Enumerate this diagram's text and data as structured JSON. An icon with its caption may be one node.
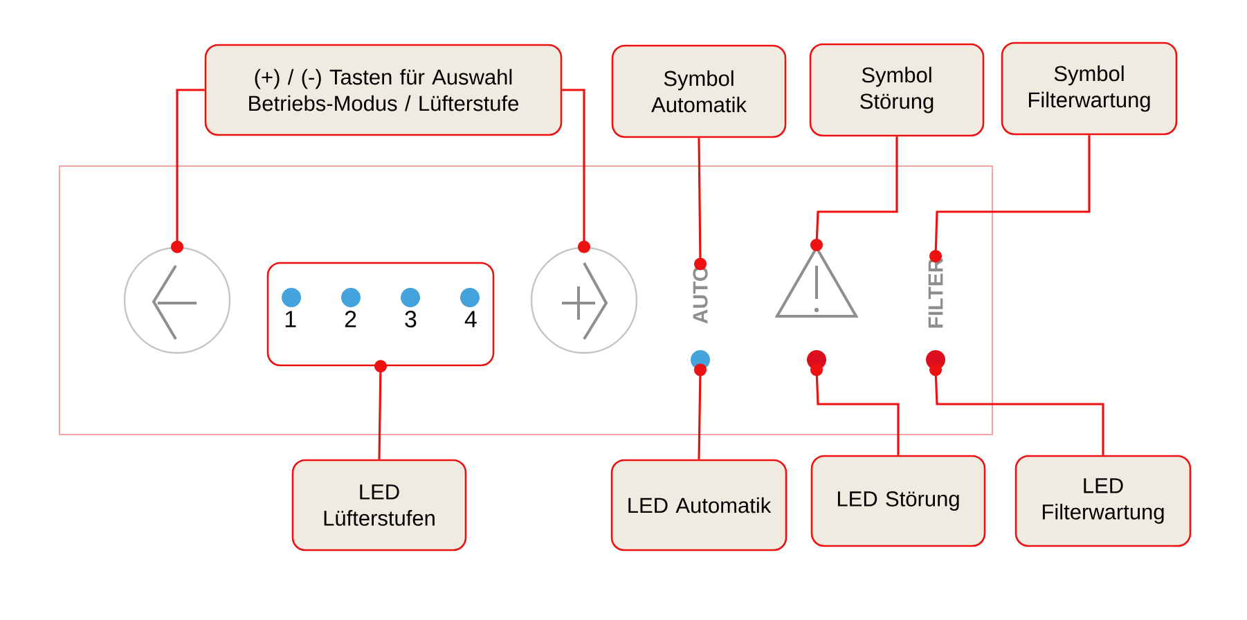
{
  "diagram": {
    "nodes": [
      {
        "text": [
          "(+) / (-) Tasten für Auswahl Betriebs-Modus / Lüfterstufe"
        ]
      },
      {
        "text": [
          "Symbol Automatik"
        ]
      },
      {
        "text": [
          "Symbol Störung"
        ]
      },
      {
        "text": [
          "Symbol Filterwartung"
        ]
      },
      {
        "text": [],
        "shape": "box"
      },
      {
        "text": [],
        "shape": "circle",
        "in": 4
      },
      {
        "text": [
          "1",
          "2",
          "3",
          "4"
        ],
        "in": 4
      },
      {
        "text": [],
        "shape": "circle",
        "in": 4
      },
      {
        "text": [
          "AUTO"
        ],
        "in": 4
      },
      {
        "text": [],
        "shape": "triangle",
        "in": 4
      },
      {
        "text": [
          "FILTER"
        ],
        "in": 4
      },
      {
        "text": [],
        "shape": "circle",
        "in": 4
      },
      {
        "text": [],
        "shape": "circle",
        "in": 4
      },
      {
        "text": [],
        "shape": "circle",
        "in": 4
      },
      {
        "text": [
          "LED Lüfterstufen"
        ]
      },
      {
        "text": [
          "LED Automatik"
        ]
      },
      {
        "text": [
          "LED Störung"
        ]
      },
      {
        "text": [
          "LED Filterwartung"
        ]
      }
    ],
    "edges": [
      {
        "from": 0,
        "to": 5,
        "arrow": "other"
      },
      {
        "from": 0,
        "to": 7,
        "arrow": "other"
      },
      {
        "from": 1,
        "to": 8,
        "arrow": "other"
      },
      {
        "from": 2,
        "to": 9,
        "arrow": "other"
      },
      {
        "from": 3,
        "to": 10,
        "arrow": "other"
      },
      {
        "from": 14,
        "to": 6,
        "arrow": "other"
      },
      {
        "from": 15,
        "to": 11,
        "arrow": "other"
      },
      {
        "from": 16,
        "to": 12,
        "arrow": "other"
      },
      {
        "from": 17,
        "to": 13,
        "arrow": "other"
      }
    ]
  }
}
